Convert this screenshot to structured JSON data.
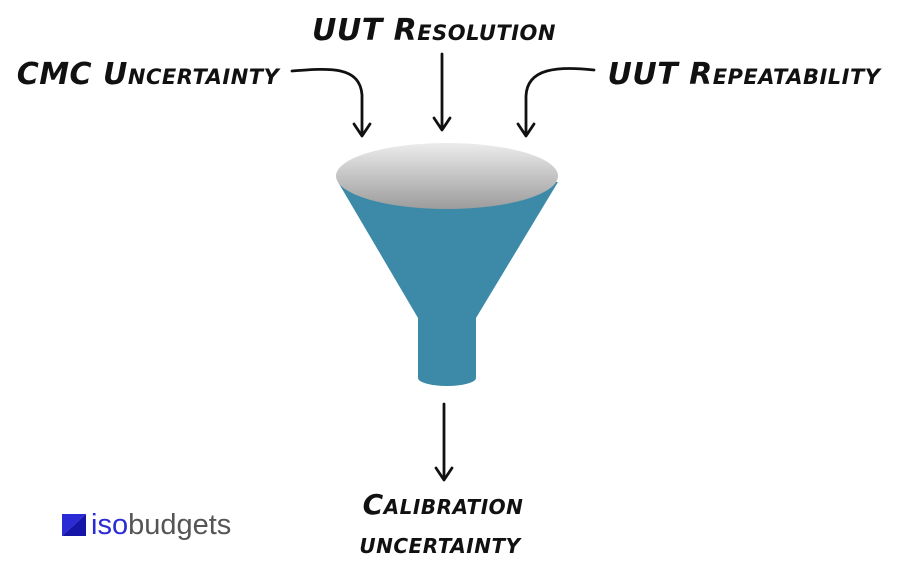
{
  "inputs": {
    "left": "CMC Uncertainty",
    "center": "UUT Resolution",
    "right": "UUT Repeatability"
  },
  "output": {
    "line1": "Calibration",
    "line2": "uncertainty"
  },
  "logo": {
    "part1": "iso",
    "part2": "budgets"
  },
  "colors": {
    "funnel_body": "#3d8aa8",
    "funnel_rim_top": "#e6e6e6",
    "funnel_rim_bottom": "#9a9a9a",
    "logo_blue": "#2b2bd6",
    "logo_gray": "#555555",
    "ink": "#111111"
  }
}
